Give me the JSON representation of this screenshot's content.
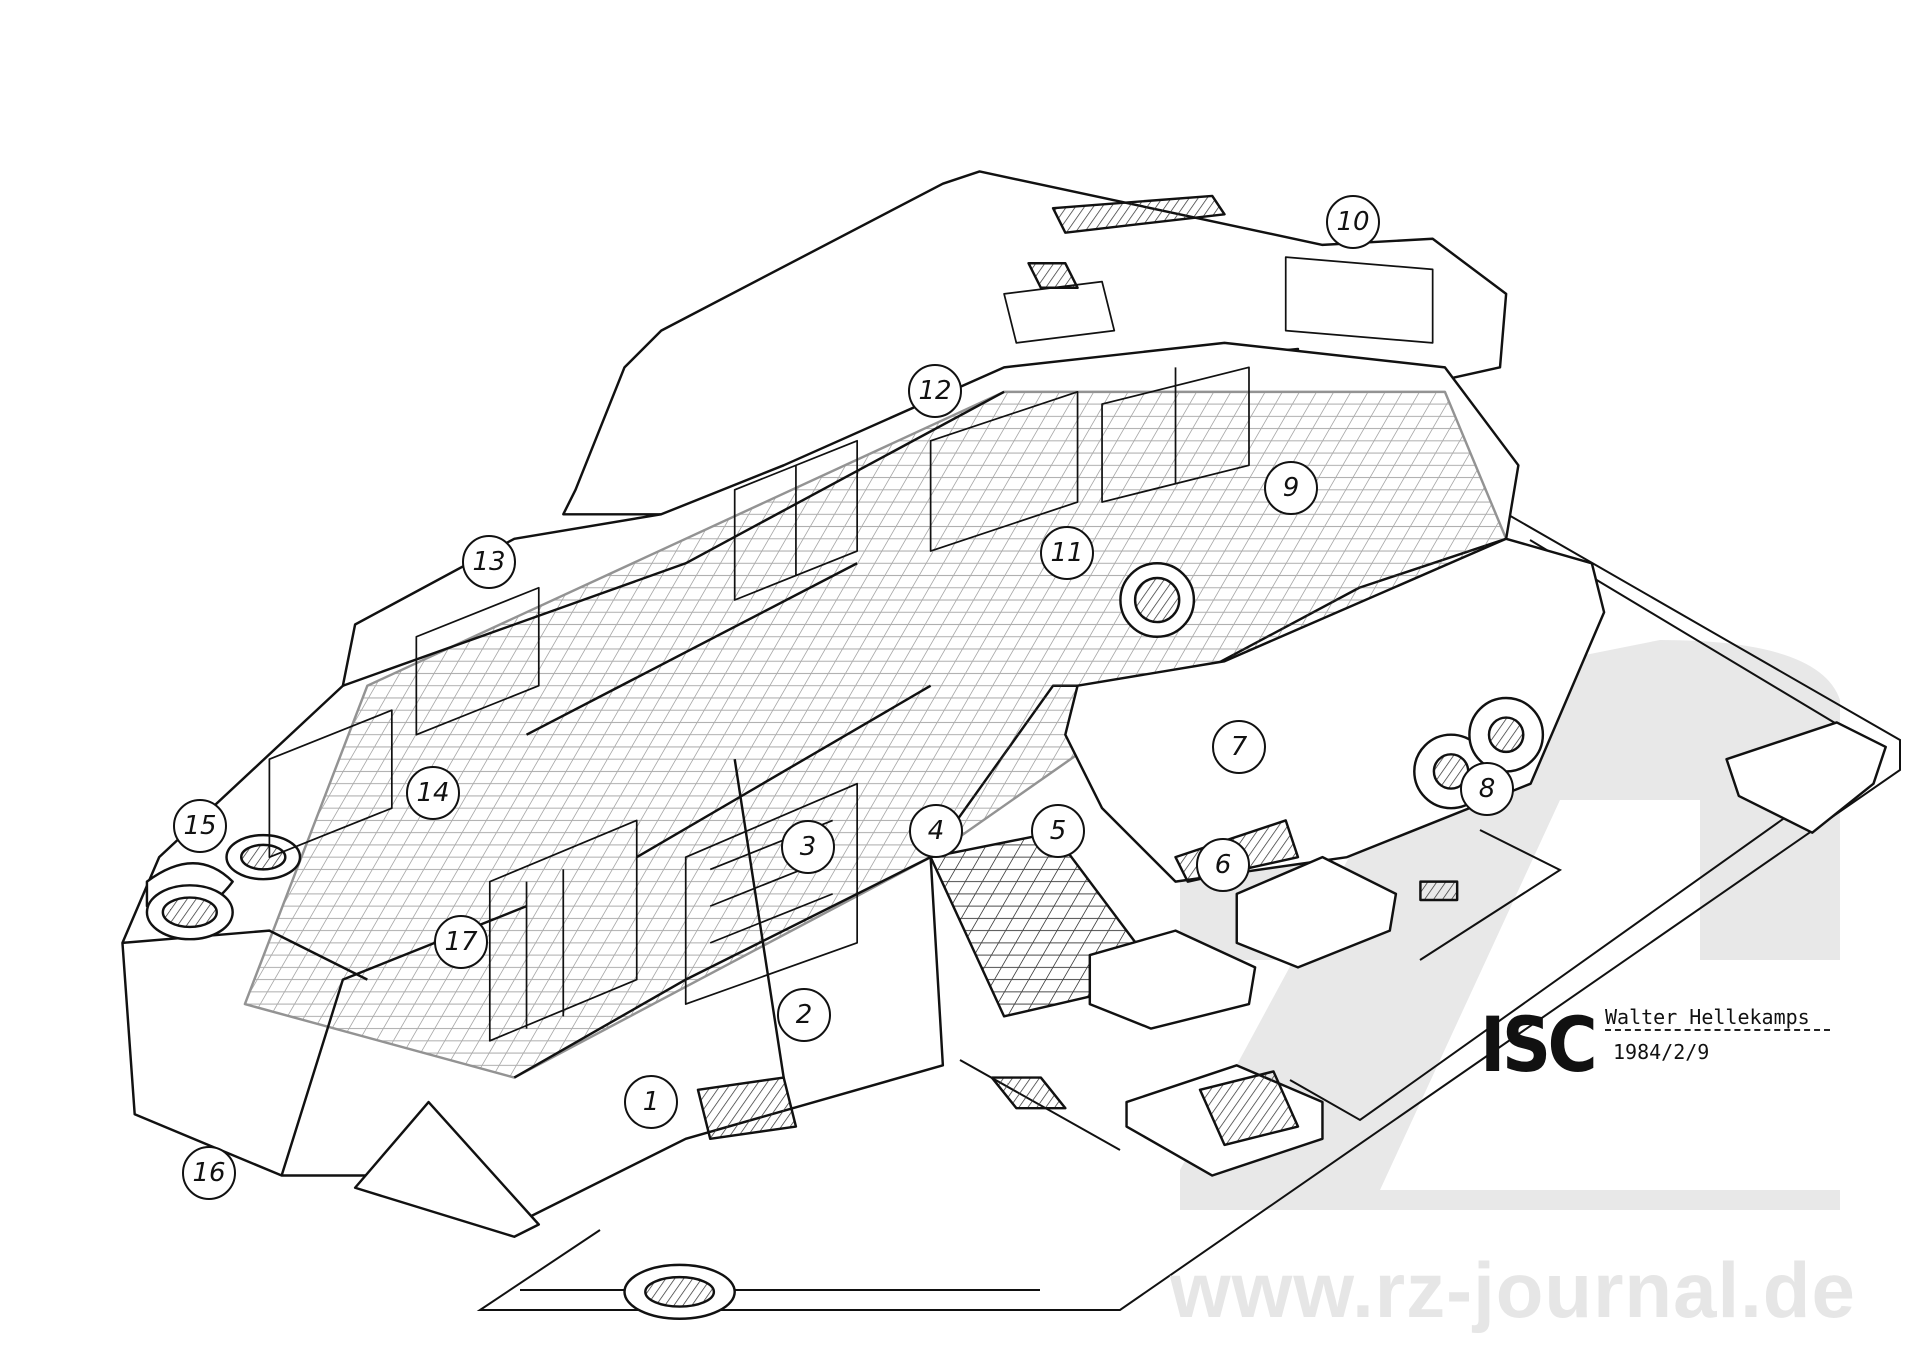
{
  "drawing": {
    "logo": "ISC",
    "author": "Walter Hellekamps",
    "date": "1984/2/9",
    "watermark": "www.rz-journal.de",
    "callouts": [
      "1",
      "2",
      "3",
      "4",
      "5",
      "6",
      "7",
      "8",
      "9",
      "10",
      "11",
      "12",
      "13",
      "14",
      "15",
      "16",
      "17"
    ]
  }
}
